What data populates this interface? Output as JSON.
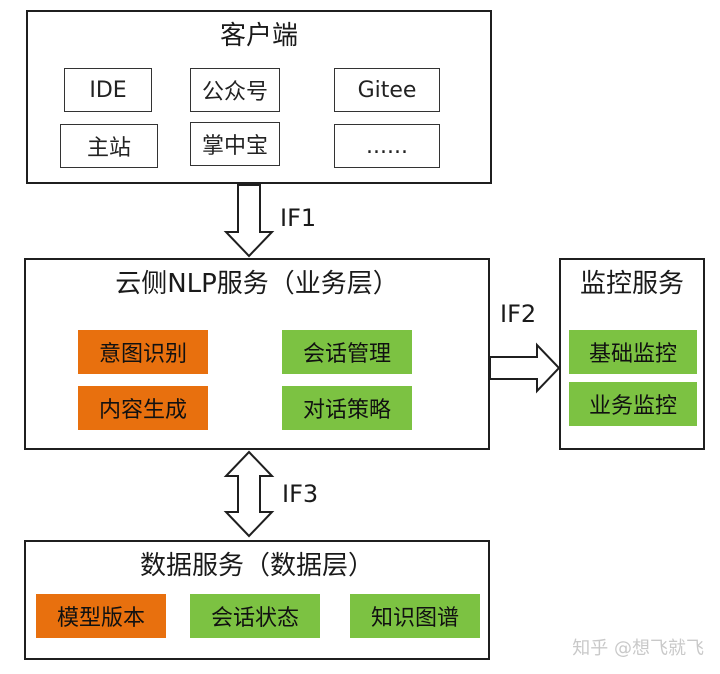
{
  "client": {
    "title": "客户端",
    "items": [
      "IDE",
      "公众号",
      "Gitee",
      "主站",
      "掌中宝",
      "......"
    ]
  },
  "nlp": {
    "title": "云侧NLP服务（业务层）",
    "items": [
      "意图识别",
      "会话管理",
      "内容生成",
      "对话策略"
    ]
  },
  "monitor": {
    "title": "监控服务",
    "items": [
      "基础监控",
      "业务监控"
    ]
  },
  "data_service": {
    "title": "数据服务（数据层）",
    "items": [
      "模型版本",
      "会话状态",
      "知识图谱"
    ]
  },
  "interfaces": {
    "if1": "IF1",
    "if2": "IF2",
    "if3": "IF3"
  },
  "colors": {
    "orange": "#E8700E",
    "green": "#7CC242",
    "border": "#1f1f1f"
  },
  "watermark": "知乎 @想飞就飞"
}
